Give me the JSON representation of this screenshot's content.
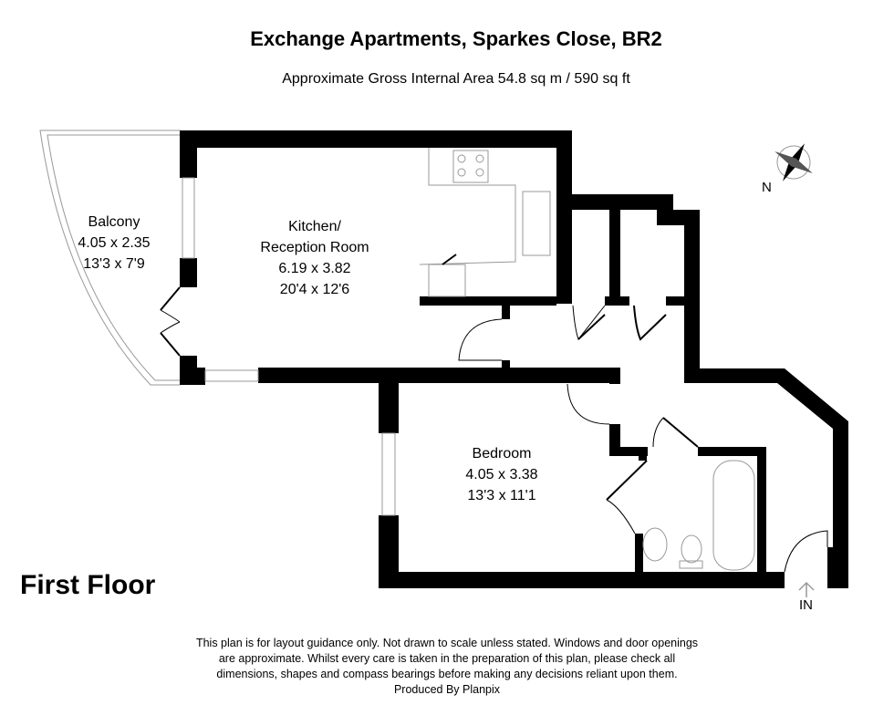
{
  "header": {
    "title": "Exchange Apartments, Sparkes Close, BR2",
    "area": "Approximate Gross Internal Area  54.8 sq m / 590 sq ft"
  },
  "rooms": [
    {
      "name": "Balcony",
      "metric": "4.05 x 2.35",
      "imperial": "13'3 x 7'9"
    },
    {
      "name": "Kitchen/",
      "name2": "Reception Room",
      "metric": "6.19 x 3.82",
      "imperial": "20'4 x 12'6"
    },
    {
      "name": "Bedroom",
      "metric": "4.05 x 3.38",
      "imperial": "13'3 x 11'1"
    }
  ],
  "floor_label": "First Floor",
  "entrance_label": "IN",
  "compass_label": "N",
  "disclaimer": [
    "This plan is for layout guidance only. Not drawn to scale unless stated. Windows and door openings",
    "are approximate. Whilst every care is taken in the preparation of this plan, please check all",
    "dimensions, shapes and compass bearings before making any decisions reliant upon them.",
    "Produced By Planpix"
  ],
  "colors": {
    "wall": "#000000",
    "fixture": "#999999"
  }
}
